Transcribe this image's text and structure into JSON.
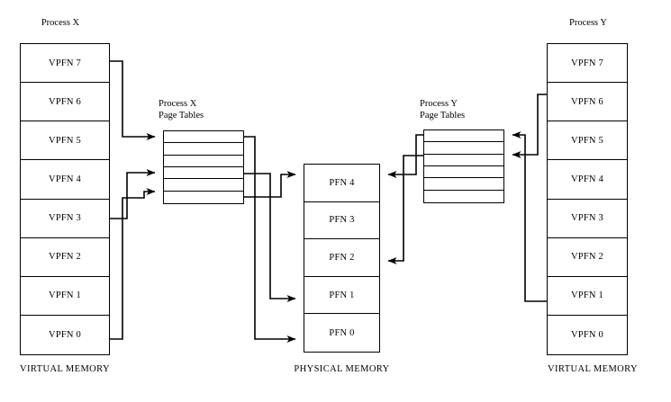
{
  "diagram": {
    "title_left": "Process X",
    "title_right": "Process Y",
    "caption_pt_x": "Process X\nPage Tables",
    "caption_pt_y": "Process Y\nPage Tables",
    "footer_left": "VIRTUAL MEMORY",
    "footer_center": "PHYSICAL MEMORY",
    "footer_right": "VIRTUAL MEMORY",
    "line_color": "#000000"
  },
  "virtual_memory_x": {
    "cells": [
      {
        "label": "VPFN 7"
      },
      {
        "label": "VPFN 6"
      },
      {
        "label": "VPFN 5"
      },
      {
        "label": "VPFN 4"
      },
      {
        "label": "VPFN 3"
      },
      {
        "label": "VPFN 2"
      },
      {
        "label": "VPFN 1"
      },
      {
        "label": "VPFN 0"
      }
    ]
  },
  "virtual_memory_y": {
    "cells": [
      {
        "label": "VPFN 7"
      },
      {
        "label": "VPFN 6"
      },
      {
        "label": "VPFN 5"
      },
      {
        "label": "VPFN 4"
      },
      {
        "label": "VPFN 3"
      },
      {
        "label": "VPFN 2"
      },
      {
        "label": "VPFN 1"
      },
      {
        "label": "VPFN 0"
      }
    ]
  },
  "physical_memory": {
    "cells": [
      {
        "label": "PFN 4"
      },
      {
        "label": "PFN 3"
      },
      {
        "label": "PFN 2"
      },
      {
        "label": "PFN 1"
      },
      {
        "label": "PFN 0"
      }
    ]
  },
  "page_table_x": {
    "row_count": 6,
    "rows": [
      "",
      "",
      "",
      "",
      "",
      ""
    ]
  },
  "page_table_y": {
    "row_count": 6,
    "rows": [
      "",
      "",
      "",
      "",
      "",
      ""
    ]
  },
  "mappings": [
    {
      "from": "VPFN 7",
      "to": "page_table_x_row_1"
    },
    {
      "from": "VPFN 3",
      "to": "page_table_x_row_6"
    },
    {
      "from": "VPFN 0",
      "to": "page_table_x_row_4"
    },
    {
      "from": "page_table_x_row_1",
      "to": "PFN 0"
    },
    {
      "from": "page_table_x_row_4",
      "to": "PFN 1"
    },
    {
      "from": "page_table_x_row_6",
      "to": "PFN 4"
    },
    {
      "from": "VPFN 6",
      "to": "page_table_y_row_3"
    },
    {
      "from": "VPFN 1",
      "to": "page_table_y_row_1"
    },
    {
      "from": "page_table_y_row_1",
      "to": "PFN 4"
    },
    {
      "from": "page_table_y_row_3",
      "to": "PFN 2"
    }
  ]
}
